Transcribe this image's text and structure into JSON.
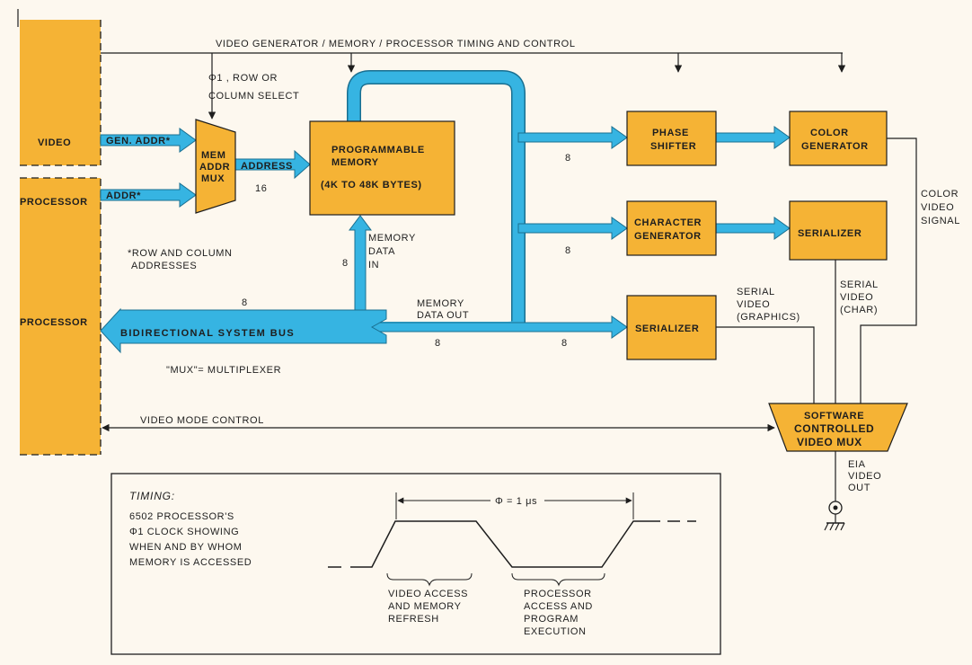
{
  "colors": {
    "block": "#f5b335",
    "bus": "#36b4e2",
    "bus_edge": "#1a6f90",
    "ink": "#1e1e1e",
    "paper": "#fdf8ef"
  },
  "top_bus": "VIDEO GENERATOR / MEMORY / PROCESSOR TIMING AND CONTROL",
  "phi_select": {
    "line1": "Φ1 , ROW OR",
    "line2": "COLUMN SELECT"
  },
  "left_blocks": {
    "video": "VIDEO",
    "processor_addr": "PROCESSOR",
    "processor": "PROCESSOR"
  },
  "bus_labels": {
    "gen_addr": "GEN. ADDR*",
    "addr": "ADDR*",
    "address": "ADDRESS",
    "address_width": "16"
  },
  "mux": {
    "line1": "MEM",
    "line2": "ADDR",
    "line3": "MUX"
  },
  "memory": {
    "line1": "PROGRAMMABLE",
    "line2": "MEMORY",
    "line3": "(4K TO 48K BYTES)"
  },
  "memory_in": {
    "line1": "MEMORY",
    "line2": "DATA",
    "line3": "IN",
    "width": "8"
  },
  "memory_out": {
    "line1": "MEMORY",
    "line2": "DATA OUT"
  },
  "phase_shifter": {
    "line1": "PHASE",
    "line2": "SHIFTER"
  },
  "color_generator": {
    "line1": "COLOR",
    "line2": "GENERATOR"
  },
  "character_generator": {
    "line1": "CHARACTER",
    "line2": "GENERATOR"
  },
  "serializer_char": "SERIALIZER",
  "serializer_graphics": "SERIALIZER",
  "widths": {
    "phase": "8",
    "char": "8",
    "sys_top": "8",
    "sys_bottom": "8",
    "ser_graphics": "8"
  },
  "color_video": {
    "line1": "COLOR",
    "line2": "VIDEO",
    "line3": "SIGNAL"
  },
  "serial_video_graphics": {
    "line1": "SERIAL",
    "line2": "VIDEO",
    "line3": "(GRAPHICS)"
  },
  "serial_video_char": {
    "line1": "SERIAL",
    "line2": "VIDEO",
    "line3": "(CHAR)"
  },
  "system_bus": "BIDIRECTIONAL SYSTEM BUS",
  "row_col_note": {
    "line1": "*ROW AND COLUMN",
    "line2": "ADDRESSES"
  },
  "mux_note": "\"MUX\"= MULTIPLEXER",
  "video_mode": "VIDEO MODE CONTROL",
  "video_mux": {
    "line1": "SOFTWARE",
    "line2": "CONTROLLED",
    "line3": "VIDEO MUX"
  },
  "eia_out": {
    "line1": "EIA",
    "line2": "VIDEO",
    "line3": "OUT"
  },
  "timing": {
    "title": "TIMING:",
    "desc1": "6502 PROCESSOR'S",
    "desc2": "Φ1  CLOCK SHOWING",
    "desc3": "WHEN AND BY WHOM",
    "desc4": "MEMORY IS ACCESSED",
    "period": "Φ = 1 μs",
    "video_phase": {
      "line1": "VIDEO ACCESS",
      "line2": "AND MEMORY",
      "line3": "REFRESH"
    },
    "processor_phase": {
      "line1": "PROCESSOR",
      "line2": "ACCESS AND",
      "line3": "PROGRAM",
      "line4": "EXECUTION"
    }
  }
}
